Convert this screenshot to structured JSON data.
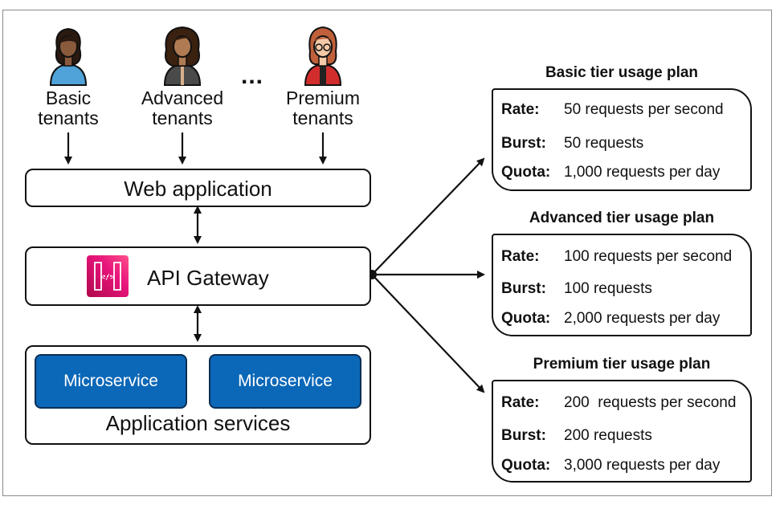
{
  "tenants": [
    {
      "label": "Basic\ntenants",
      "shirt": "#4fa3d9",
      "hair": "#2a1a10",
      "skin": "#8a5a3c"
    },
    {
      "label": "Advanced\ntenants",
      "shirt": "#4a4a4a",
      "hair": "#3a2110",
      "skin": "#b07a52"
    },
    {
      "label": "Premium\ntenants",
      "shirt": "#d22d2d",
      "hair": "#c0603a",
      "skin": "#f4c9a8"
    }
  ],
  "ellipsis": "...",
  "web_app": {
    "title": "Web application"
  },
  "gateway": {
    "title": "API Gateway",
    "icon": "api-gateway-icon"
  },
  "app_services": {
    "title": "Application services",
    "microservices": [
      "Microservice",
      "Microservice"
    ]
  },
  "plans": [
    {
      "title": "Basic tier usage plan",
      "rows": [
        {
          "key": "Rate:",
          "value": "50 requests per second"
        },
        {
          "key": "Burst:",
          "value": "50 requests"
        },
        {
          "key": "Quota:",
          "value": "1,000 requests per day"
        }
      ]
    },
    {
      "title": "Advanced tier usage plan",
      "rows": [
        {
          "key": "Rate:",
          "value": "100 requests per second"
        },
        {
          "key": "Burst:",
          "value": "100 requests"
        },
        {
          "key": "Quota:",
          "value": "2,000 requests per day"
        }
      ]
    },
    {
      "title": "Premium tier usage plan",
      "rows": [
        {
          "key": "Rate:",
          "value": "200  requests per second"
        },
        {
          "key": "Burst:",
          "value": "200 requests"
        },
        {
          "key": "Quota:",
          "value": "3,000 requests per day"
        }
      ]
    }
  ],
  "colors": {
    "microservice_fill": "#0b67b7",
    "gateway_icon": "#e7157b"
  }
}
